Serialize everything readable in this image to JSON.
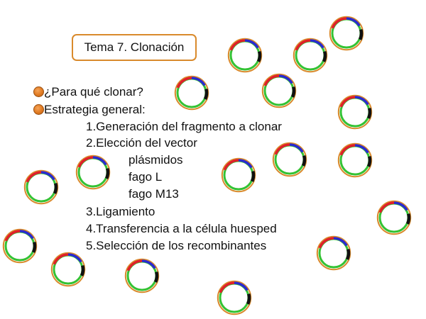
{
  "title": "Tema 7. Clonación",
  "bullets": [
    "¿Para qué clonar?",
    "Estrategia general:"
  ],
  "steps": [
    "1.Generación del fragmento a clonar",
    "2.Elección del vector",
    "3.Ligamiento",
    "4.Transferencia a la célula huesped",
    "5.Selección de los recombinantes"
  ],
  "vectors": [
    "plásmidos",
    "fago L",
    "fago M13"
  ],
  "colors": {
    "title_border": "#d98a2c",
    "bullet": "#e07a22",
    "plasmid_ring": "#d98a2c",
    "plasmid_green": "#33c233",
    "plasmid_red": "#e0202a",
    "plasmid_blue": "#2a2ad0",
    "plasmid_insert": "#111111"
  },
  "decorations": {
    "plasmid_icon": "plasmid-icon",
    "plasmid_count": 16
  }
}
